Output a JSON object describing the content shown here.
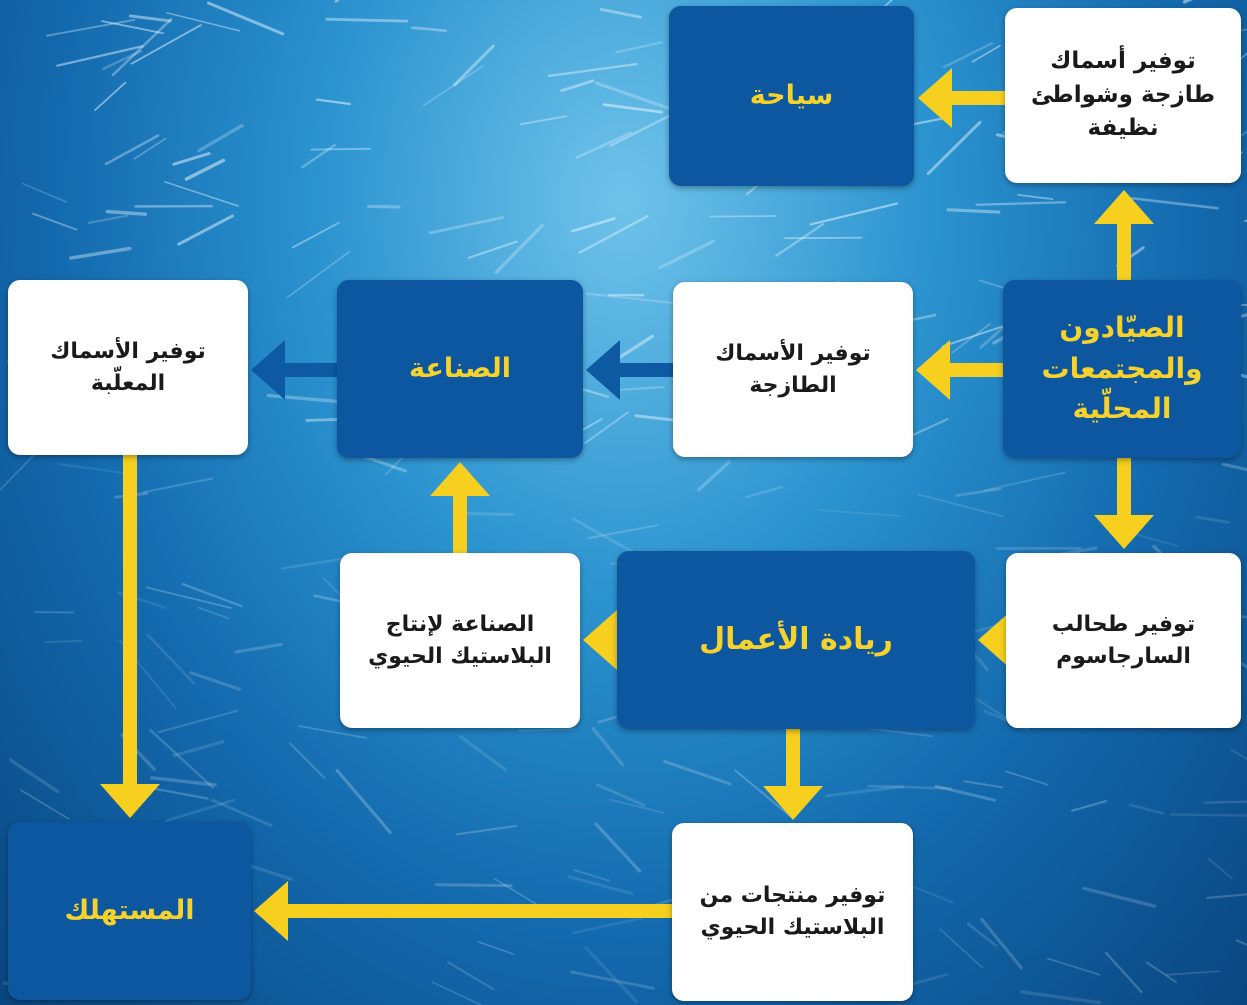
{
  "colors": {
    "arrow_yellow": "#f6cf1f",
    "arrow_blue": "#0d5aa3",
    "box_dark": "#0d56a0",
    "box_white": "#ffffff",
    "title_text": "#f6d22b",
    "body_text": "#1a1a1a"
  },
  "nodes": {
    "fishers": "الصيّادون والمجتمعات المحلّية",
    "fresh_fish_clean_beaches": "توفير أسماك طازجة وشواطئ نظيفة",
    "tourism": "سياحة",
    "fresh_fish": "توفير الأسماك الطازجة",
    "industry": "الصناعة",
    "canned_fish": "توفير الأسماك المعلّبة",
    "sargassum": "توفير طحالب السارجاسوم",
    "entrepreneurship": "ريادة الأعمال",
    "bioplastic_industry": "الصناعة لإنتاج البلاستيك الحيوي",
    "bioplastic_products": "توفير منتجات من البلاستيك الحيوي",
    "consumer": "المستهلك"
  }
}
